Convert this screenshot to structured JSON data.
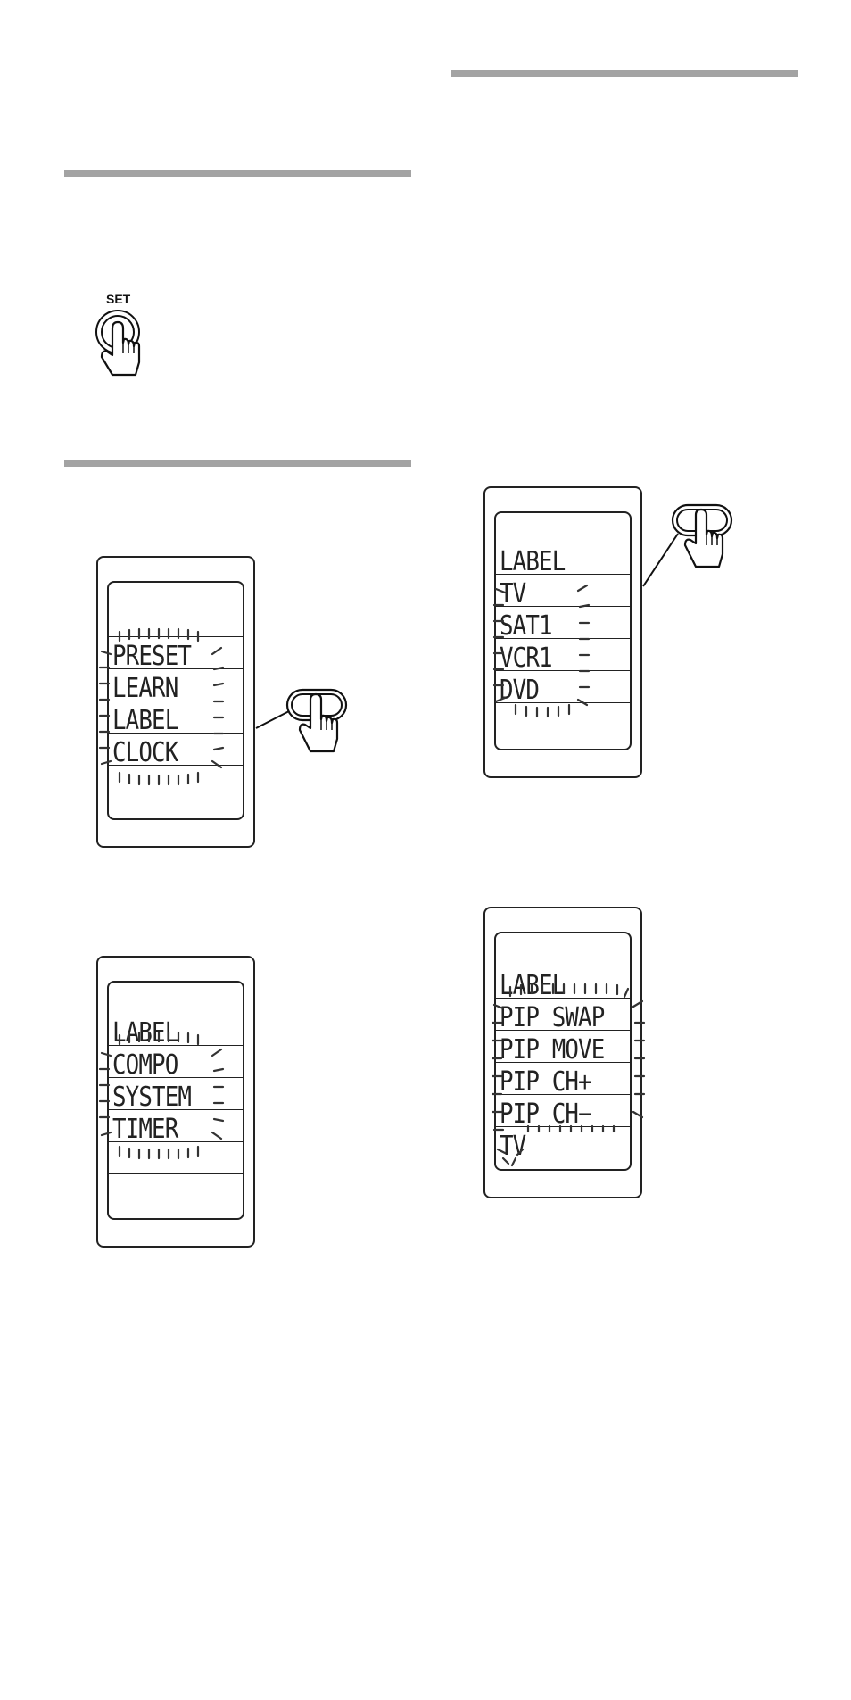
{
  "set_button": {
    "label": "SET",
    "icon": "pointing-hand-icon"
  },
  "screen1": {
    "items": [
      "",
      "PRESET",
      "LEARN",
      "LABEL",
      "CLOCK"
    ]
  },
  "screen2": {
    "items": [
      "LABEL",
      "COMPO",
      "SYSTEM",
      "TIMER",
      ""
    ]
  },
  "screen3": {
    "items": [
      "LABEL",
      "TV",
      "SAT1",
      "VCR1",
      "DVD"
    ]
  },
  "screen4": {
    "items": [
      "LABEL",
      "PIP SWAP",
      "PIP MOVE",
      "PIP CH+",
      "PIP CH−",
      "TV"
    ]
  }
}
